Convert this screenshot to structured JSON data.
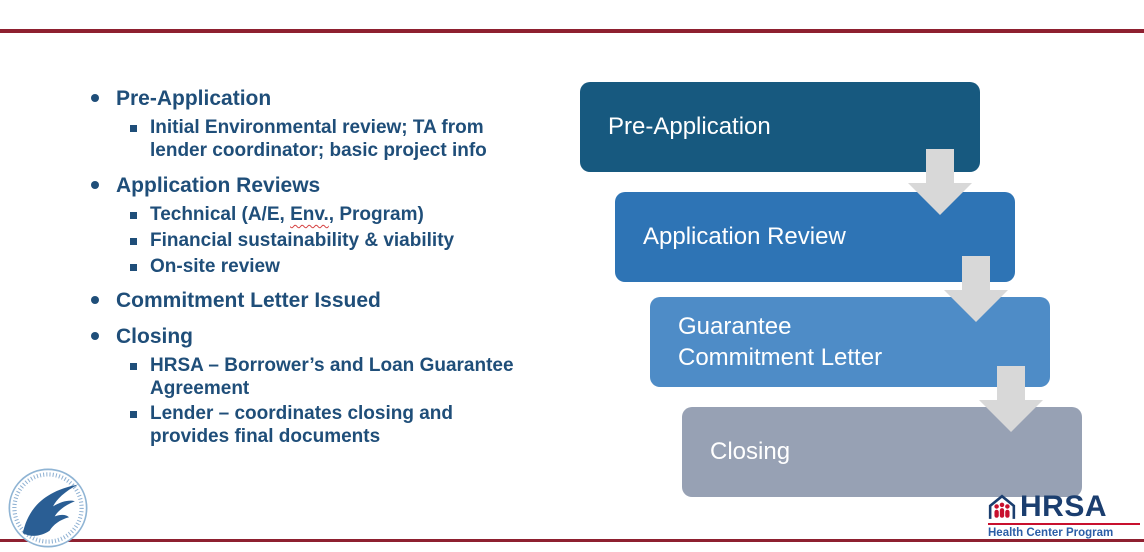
{
  "colors": {
    "accent_red": "#8E2030",
    "text_blue": "#1F4E79",
    "hrsa_navy": "#1B3E6F",
    "hrsa_red": "#C8102E",
    "hrsa_blue": "#2B5EA7"
  },
  "bullets": {
    "items": [
      {
        "label": "Pre-Application",
        "sub": [
          "Initial Environmental review; TA from lender coordinator; basic project info"
        ]
      },
      {
        "label": "Application Reviews",
        "sub_parts": {
          "pre": "Technical (A/E, ",
          "flagged": "Env.",
          "post": ", Program)"
        },
        "sub": [
          "Financial sustainability & viability",
          "On-site review"
        ]
      },
      {
        "label": "Commitment Letter Issued",
        "sub": []
      },
      {
        "label": "Closing",
        "sub": [
          "HRSA – Borrower’s and Loan Guarantee Agreement",
          "Lender – coordinates closing and provides final documents"
        ]
      }
    ]
  },
  "diagram": {
    "steps": [
      {
        "label": "Pre-Application",
        "color": "#17597F"
      },
      {
        "label": "Application Review",
        "color": "#2E74B5"
      },
      {
        "label": "Guarantee Commitment Letter",
        "color": "#4E8CC7"
      },
      {
        "label": "Closing",
        "color": "#97A1B4"
      }
    ],
    "arrow_color": "#D8D8D8"
  },
  "footer": {
    "hrsa_name": "HRSA",
    "hrsa_tagline": "Health Center Program"
  }
}
